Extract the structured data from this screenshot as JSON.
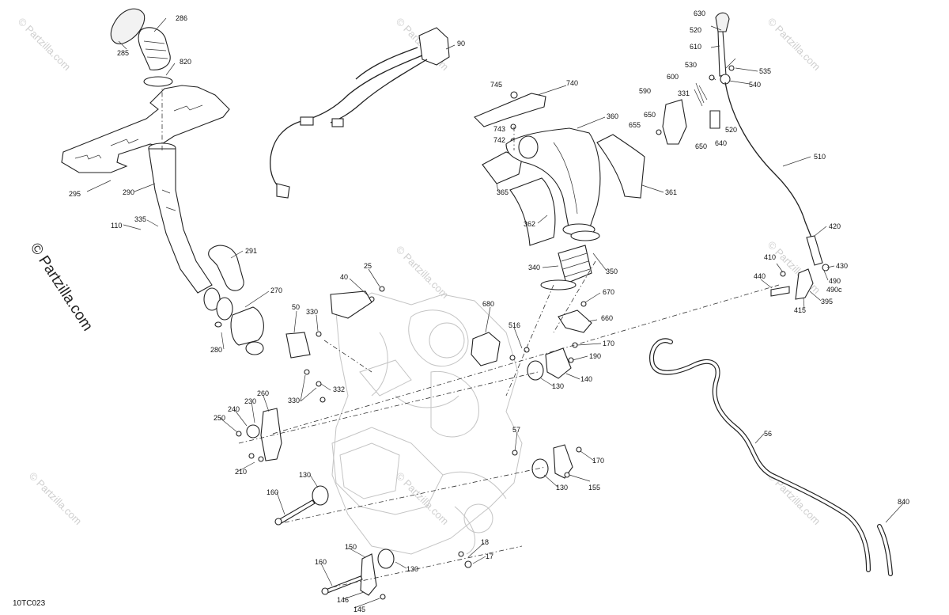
{
  "diagram": {
    "reference_code": "10TC023",
    "side_watermark": "© Partzilla.com",
    "watermark_repeat": "© Partzilla.com",
    "callouts": [
      {
        "id": "c286",
        "text": "286"
      },
      {
        "id": "c285",
        "text": "285"
      },
      {
        "id": "c820",
        "text": "820"
      },
      {
        "id": "c295",
        "text": "295"
      },
      {
        "id": "c290",
        "text": "290"
      },
      {
        "id": "c335",
        "text": "335"
      },
      {
        "id": "c110",
        "text": "110"
      },
      {
        "id": "c291",
        "text": "291"
      },
      {
        "id": "c270",
        "text": "270"
      },
      {
        "id": "c280",
        "text": "280"
      },
      {
        "id": "c90",
        "text": "90"
      },
      {
        "id": "c745",
        "text": "745"
      },
      {
        "id": "c740",
        "text": "740"
      },
      {
        "id": "c743",
        "text": "743"
      },
      {
        "id": "c742",
        "text": "742"
      },
      {
        "id": "c360",
        "text": "360"
      },
      {
        "id": "c365",
        "text": "365"
      },
      {
        "id": "c361",
        "text": "361"
      },
      {
        "id": "c362",
        "text": "362"
      },
      {
        "id": "c340",
        "text": "340"
      },
      {
        "id": "c350",
        "text": "350"
      },
      {
        "id": "c630",
        "text": "630"
      },
      {
        "id": "c520a",
        "text": "520"
      },
      {
        "id": "c610",
        "text": "610"
      },
      {
        "id": "c530",
        "text": "530"
      },
      {
        "id": "c535",
        "text": "535"
      },
      {
        "id": "c600",
        "text": "600"
      },
      {
        "id": "c540",
        "text": "540"
      },
      {
        "id": "c590",
        "text": "590"
      },
      {
        "id": "c331",
        "text": "331"
      },
      {
        "id": "c650a",
        "text": "650"
      },
      {
        "id": "c655",
        "text": "655"
      },
      {
        "id": "c520b",
        "text": "520"
      },
      {
        "id": "c650b",
        "text": "650"
      },
      {
        "id": "c640",
        "text": "640"
      },
      {
        "id": "c510",
        "text": "510"
      },
      {
        "id": "c420",
        "text": "420"
      },
      {
        "id": "c410",
        "text": "410"
      },
      {
        "id": "c430",
        "text": "430"
      },
      {
        "id": "c440",
        "text": "440"
      },
      {
        "id": "c490",
        "text": "490"
      },
      {
        "id": "c490c",
        "text": "490c"
      },
      {
        "id": "c395",
        "text": "395"
      },
      {
        "id": "c415",
        "text": "415"
      },
      {
        "id": "c25",
        "text": "25"
      },
      {
        "id": "c40",
        "text": "40"
      },
      {
        "id": "c50",
        "text": "50"
      },
      {
        "id": "c330a",
        "text": "330"
      },
      {
        "id": "c680",
        "text": "680"
      },
      {
        "id": "c670",
        "text": "670"
      },
      {
        "id": "c660",
        "text": "660"
      },
      {
        "id": "c516",
        "text": "516"
      },
      {
        "id": "c170a",
        "text": "170"
      },
      {
        "id": "c190",
        "text": "190"
      },
      {
        "id": "c140",
        "text": "140"
      },
      {
        "id": "c130a",
        "text": "130"
      },
      {
        "id": "c332",
        "text": "332"
      },
      {
        "id": "c330b",
        "text": "330"
      },
      {
        "id": "c260",
        "text": "260"
      },
      {
        "id": "c240",
        "text": "240"
      },
      {
        "id": "c230",
        "text": "230"
      },
      {
        "id": "c250",
        "text": "250"
      },
      {
        "id": "c210",
        "text": "210"
      },
      {
        "id": "c57",
        "text": "57"
      },
      {
        "id": "c170b",
        "text": "170"
      },
      {
        "id": "c130b",
        "text": "130"
      },
      {
        "id": "c155",
        "text": "155"
      },
      {
        "id": "c130c",
        "text": "130"
      },
      {
        "id": "c160a",
        "text": "160"
      },
      {
        "id": "c56",
        "text": "56"
      },
      {
        "id": "c840",
        "text": "840"
      },
      {
        "id": "c150",
        "text": "150"
      },
      {
        "id": "c18",
        "text": "18"
      },
      {
        "id": "c17",
        "text": "17"
      },
      {
        "id": "c130d",
        "text": "130"
      },
      {
        "id": "c160b",
        "text": "160"
      },
      {
        "id": "c146",
        "text": "146"
      },
      {
        "id": "c145",
        "text": "145"
      }
    ]
  }
}
